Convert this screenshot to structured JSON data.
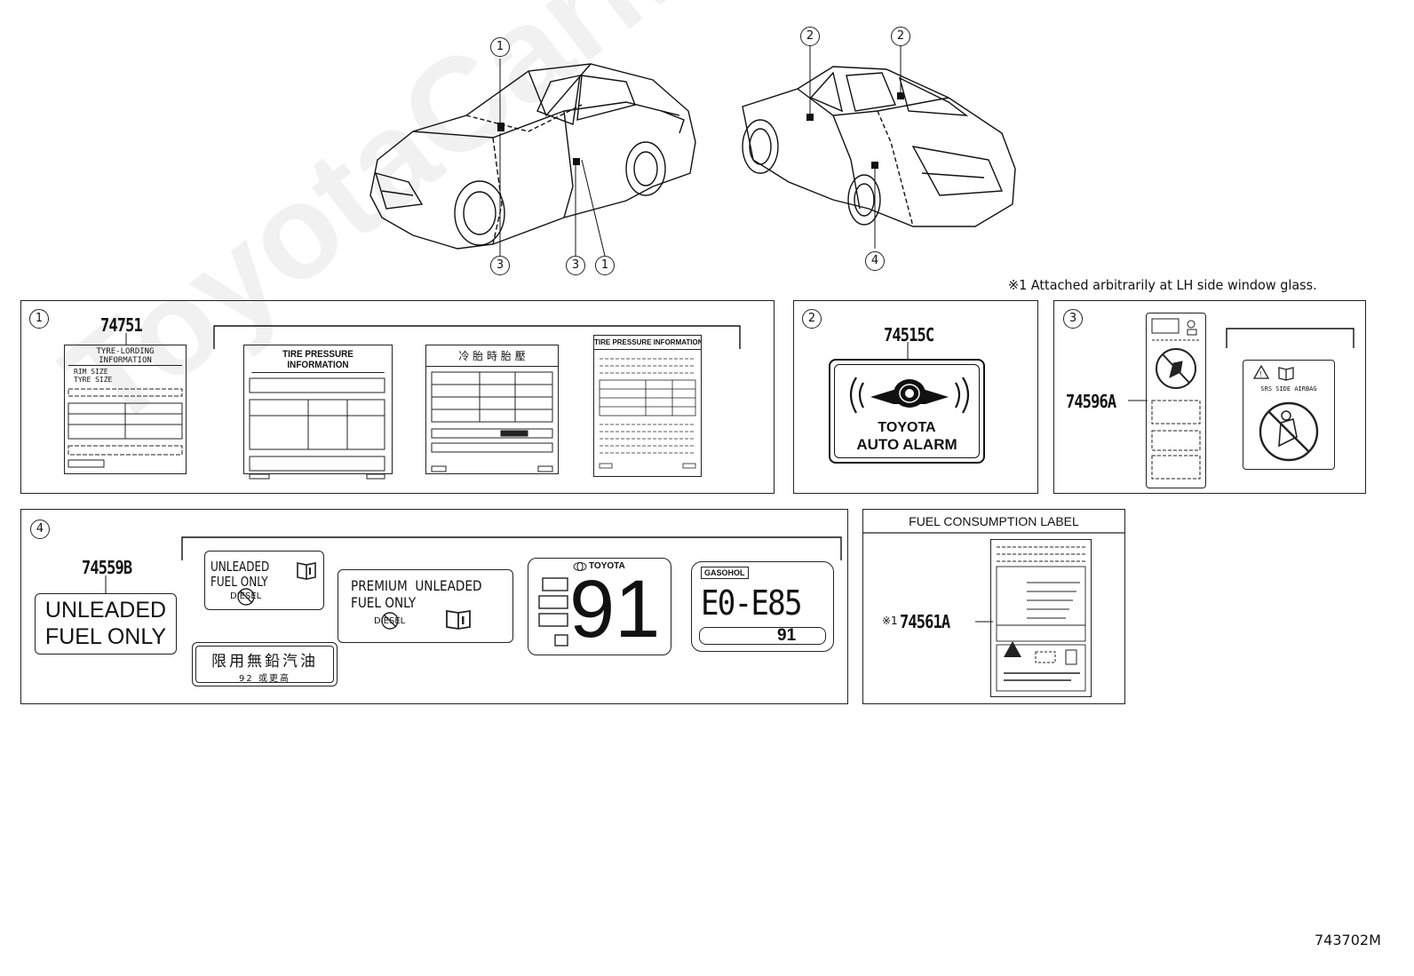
{
  "diagram_code": "743702M",
  "watermark": "ToyotaCarMine.ru",
  "footnote": "※1  Attached arbitrarily at LH side window glass.",
  "callouts": {
    "front_car": [
      "1",
      "3",
      "3",
      "1"
    ],
    "rear_car": [
      "2",
      "2",
      "4"
    ]
  },
  "panels": {
    "p1": {
      "number": "1",
      "part": "74751",
      "label_a": {
        "title": "TYRE-LORDING INFORMATION",
        "rim": "RIM SIZE",
        "tyre": "TYRE SIZE"
      },
      "label_b": {
        "title": "TIRE PRESSURE INFORMATION"
      },
      "label_c": {
        "title": "冷 胎 時 胎 壓"
      },
      "label_d": {
        "title": "TIRE PRESSURE INFORMATION"
      }
    },
    "p2": {
      "number": "2",
      "part": "74515C",
      "line1": "TOYOTA",
      "line2": "AUTO ALARM"
    },
    "p3": {
      "number": "3",
      "part": "74596A",
      "srs_text": "SRS SIDE AIRBAG"
    },
    "p4": {
      "number": "4",
      "part": "74559B",
      "big_label": {
        "line1": "UNLEADED",
        "line2": "FUEL ONLY"
      },
      "small_label": {
        "line1": "UNLEADED",
        "line2": "FUEL ONLY",
        "line3": "DIESEL"
      },
      "chinese_label": {
        "line1": "限用無鉛汽油",
        "line2": "92 或更高"
      },
      "premium_label": {
        "line1": "PREMIUM  UNLEADED",
        "line2": "FUEL ONLY",
        "line3": "DIESEL"
      },
      "octane_label": {
        "brand": "TOYOTA",
        "number": "91"
      },
      "e85_label": {
        "tag": "GASOHOL",
        "range": "E0-E85",
        "number": "91"
      }
    },
    "p5": {
      "title": "FUEL CONSUMPTION LABEL",
      "note": "※1",
      "part": "74561A"
    }
  }
}
